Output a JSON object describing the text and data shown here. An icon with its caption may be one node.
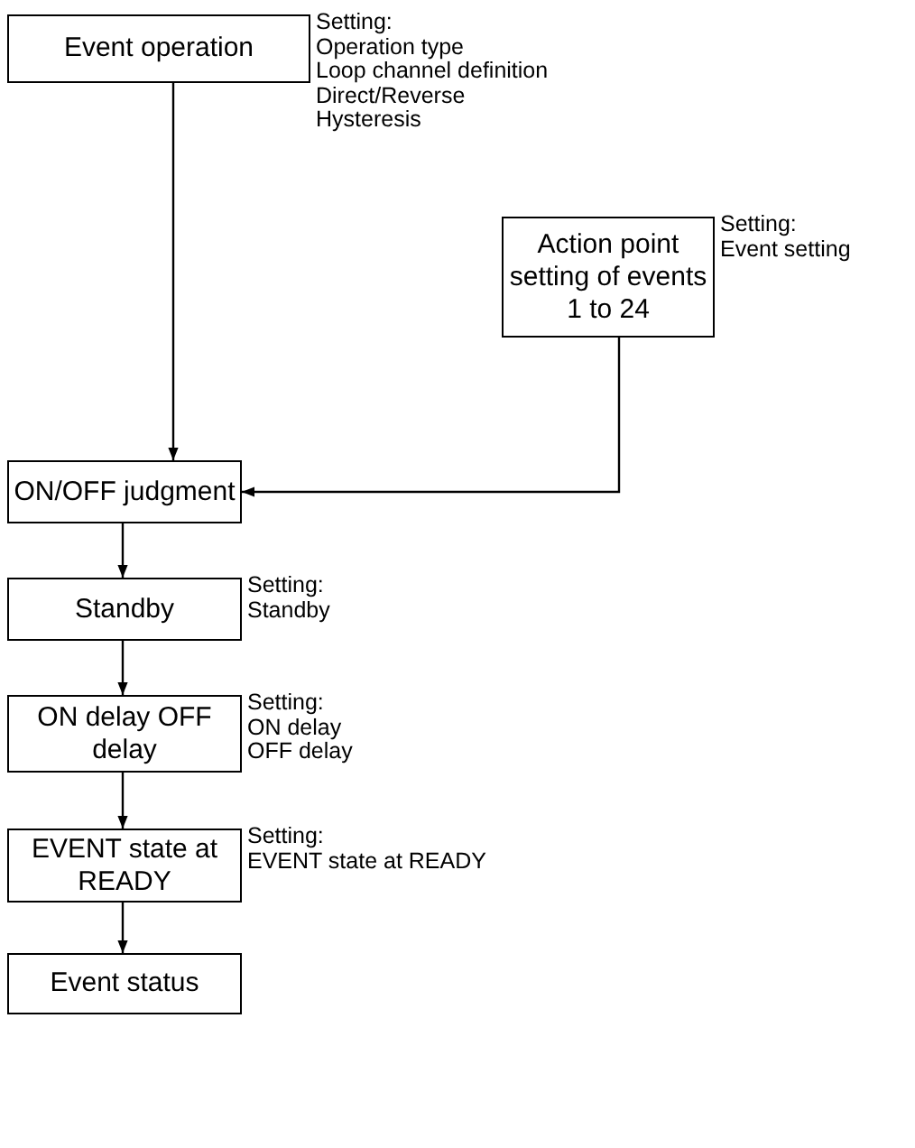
{
  "diagram": {
    "nodes": [
      {
        "text": [
          "Event operation"
        ],
        "beside": [
          "Setting:",
          "Operation type",
          "Loop channel definition",
          "Direct/Reverse",
          "Hysteresis"
        ]
      },
      {
        "text": [
          "Action point setting of events 1 to 24"
        ],
        "beside": [
          "Setting:",
          "Event setting"
        ]
      },
      {
        "text": [
          "ON/OFF judgment"
        ]
      },
      {
        "text": [
          "Standby"
        ],
        "beside": [
          "Setting:",
          "Standby"
        ]
      },
      {
        "text": [
          "ON delay OFF delay"
        ],
        "beside": [
          "Setting:",
          "ON delay",
          "OFF delay"
        ]
      },
      {
        "text": [
          "EVENT state at READY"
        ],
        "beside": [
          "Setting:",
          "EVENT state at READY"
        ]
      },
      {
        "text": [
          "Event status"
        ]
      }
    ],
    "edges": [
      {
        "from": 0,
        "to": 2,
        "arrow": "to"
      },
      {
        "from": 1,
        "to": 2,
        "arrow": "to"
      },
      {
        "from": 2,
        "to": 3,
        "arrow": "to"
      },
      {
        "from": 3,
        "to": 4,
        "arrow": "to"
      },
      {
        "from": 4,
        "to": 5,
        "arrow": "to"
      },
      {
        "from": 5,
        "to": 6,
        "arrow": "to"
      }
    ]
  }
}
